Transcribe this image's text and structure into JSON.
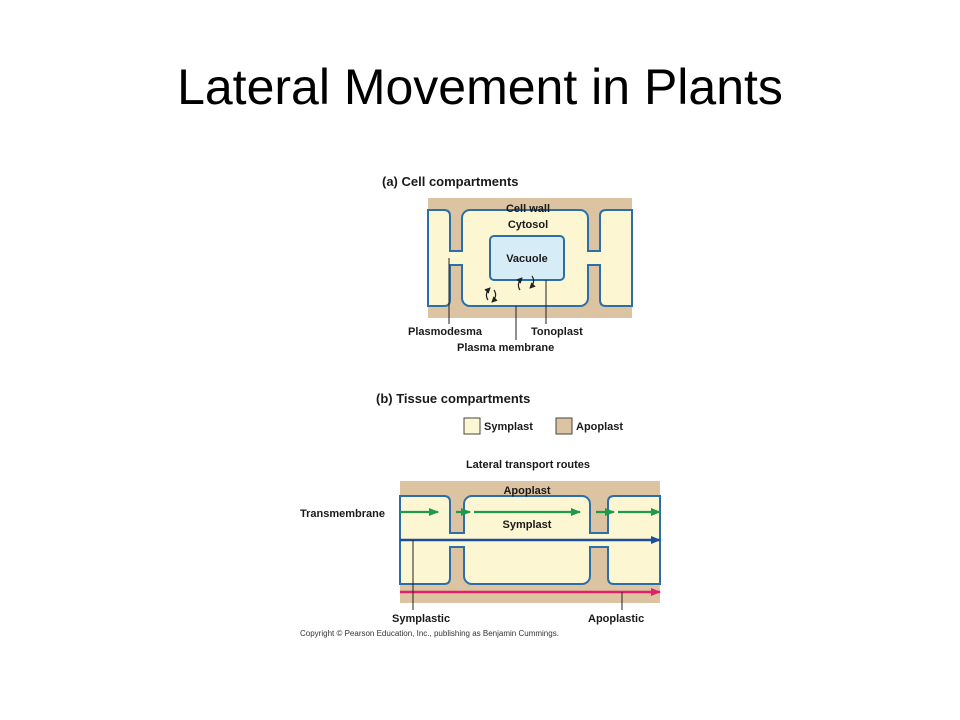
{
  "title": "Lateral Movement in Plants",
  "panel_a": {
    "heading": "(a) Cell compartments",
    "labels": {
      "cell_wall": "Cell wall",
      "cytosol": "Cytosol",
      "vacuole": "Vacuole",
      "plasmodesma": "Plasmodesma",
      "tonoplast": "Tonoplast",
      "plasma_membrane": "Plasma membrane"
    }
  },
  "panel_b": {
    "heading": "(b) Tissue  compartments",
    "legend": {
      "symplast": "Symplast",
      "apoplast": "Apoplast"
    },
    "subtitle": "Lateral transport routes",
    "labels": {
      "apoplast": "Apoplast",
      "symplast": "Symplast",
      "transmembrane": "Transmembrane",
      "symplastic": "Symplastic",
      "apoplastic": "Apoplastic"
    }
  },
  "copyright": "Copyright © Pearson Education, Inc., publishing as Benjamin Cummings.",
  "colors": {
    "wall": "#dcc3a1",
    "cytoplasm": "#fdf6d3",
    "vacuole": "#d6ecf6",
    "membrane": "#2c6fa8",
    "transmembrane_arrow": "#1f9a4a",
    "symplastic_arrow": "#1b4f9c",
    "apoplastic_arrow": "#e0206a"
  }
}
